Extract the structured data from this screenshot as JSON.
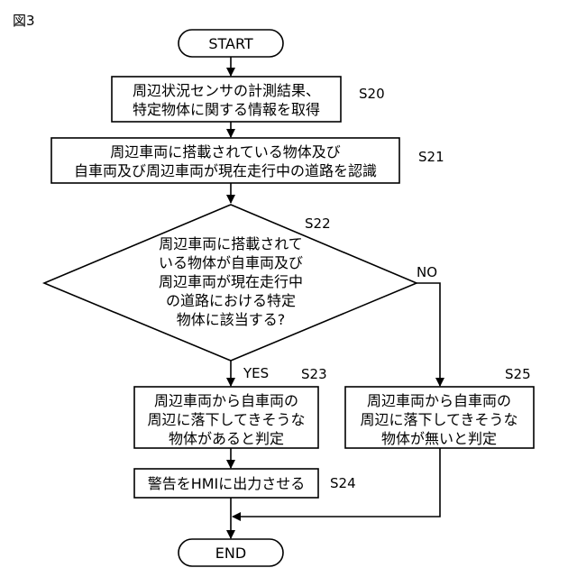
{
  "figure_label": "図3",
  "nodes": {
    "start": {
      "text": "START"
    },
    "s20": {
      "step": "S20",
      "lines": [
        "周辺状況センサの計測結果、",
        "特定物体に関する情報を取得"
      ]
    },
    "s21": {
      "step": "S21",
      "lines": [
        "周辺車両に搭載されている物体及び",
        "自車両及び周辺車両が現在走行中の道路を認識"
      ]
    },
    "s22": {
      "step": "S22",
      "lines": [
        "周辺車両に搭載されて",
        "いる物体が自車両及び",
        "周辺車両が現在走行中",
        "の道路における特定",
        "物体に該当する?"
      ],
      "yes_label": "YES",
      "no_label": "NO"
    },
    "s23": {
      "step": "S23",
      "lines": [
        "周辺車両から自車両の",
        "周辺に落下してきそうな",
        "物体があると判定"
      ]
    },
    "s24": {
      "step": "S24",
      "lines": [
        "警告をHMIに出力させる"
      ]
    },
    "s25": {
      "step": "S25",
      "lines": [
        "周辺車両から自車両の",
        "周辺に落下してきそうな",
        "物体が無いと判定"
      ]
    },
    "end": {
      "text": "END"
    }
  }
}
